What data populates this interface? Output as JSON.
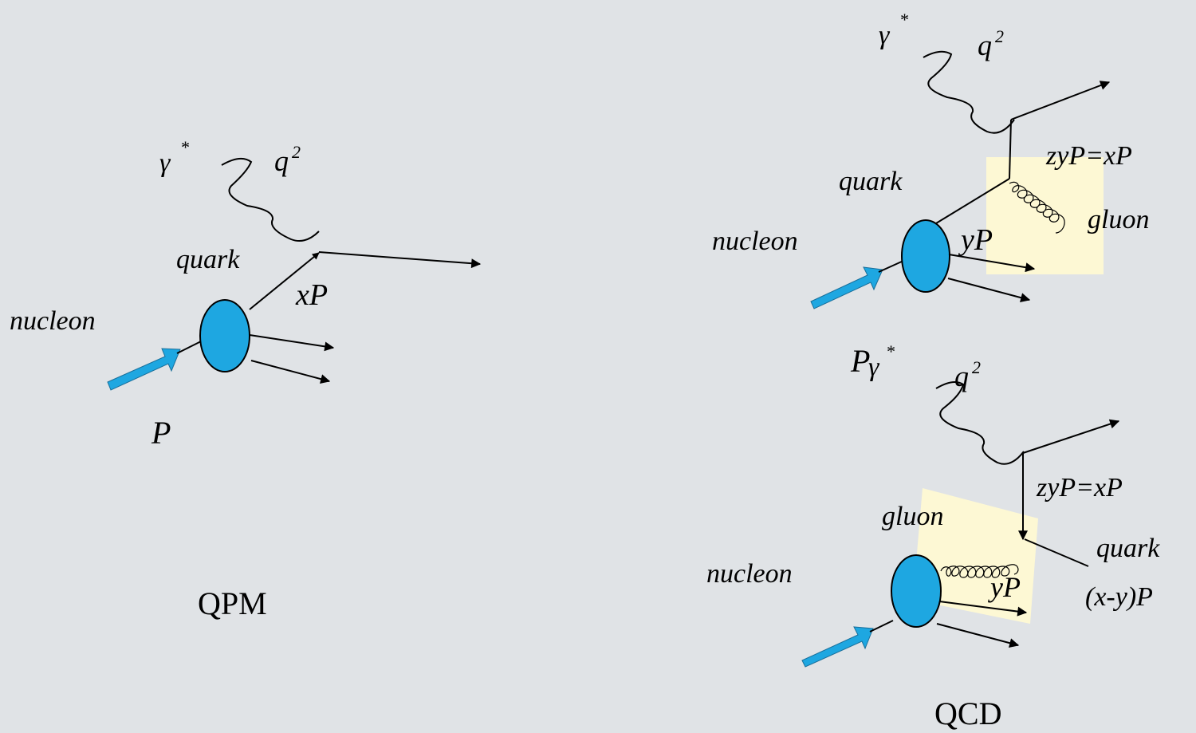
{
  "qpm": {
    "gamma": "γ",
    "star": "*",
    "q": "q",
    "q_exp": "2",
    "quark": "quark",
    "xP": "xP",
    "nucleon": "nucleon",
    "P": "P",
    "caption": "QPM"
  },
  "qcd_top": {
    "gamma": "γ",
    "star": "*",
    "q": "q",
    "q_exp": "2",
    "zyP": "zyP=xP",
    "quark": "quark",
    "gluon": "gluon",
    "nucleon": "nucleon",
    "yP": "yP",
    "P": "P"
  },
  "qcd_bottom": {
    "gamma": "γ",
    "star": "*",
    "q": "q",
    "q_exp": "2",
    "zyP": "zyP=xP",
    "gluon": "gluon",
    "quark": "quark",
    "xyP": "(x-y)P",
    "nucleon": "nucleon",
    "yP": "yP",
    "caption": "QCD"
  },
  "colors": {
    "background": "#e0e3e6",
    "nucleon_fill": "#1ea7e1",
    "highlight_box": "#fdf8d4",
    "line": "#000000"
  }
}
